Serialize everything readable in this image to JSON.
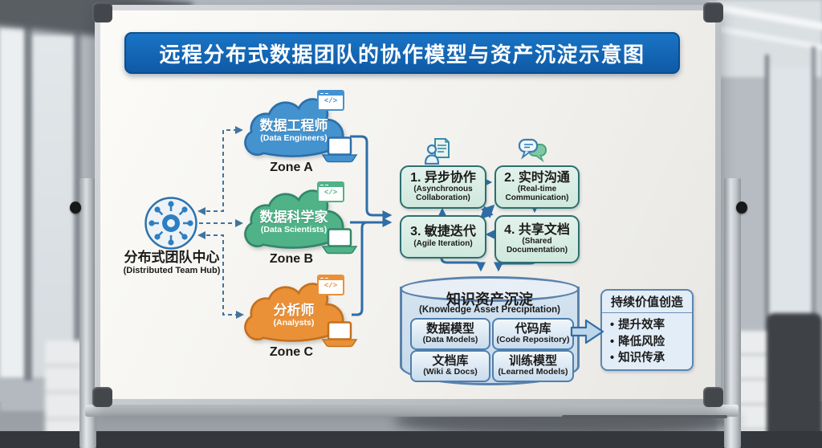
{
  "title": "远程分布式数据团队的协作模型与资产沉淀示意图",
  "hub": {
    "label": "分布式团队中心",
    "sublabel": "(Distributed Team Hub)"
  },
  "zones": [
    {
      "name": "数据工程师",
      "en": "(Data Engineers)",
      "zone": "Zone A",
      "fill": "#4493cf",
      "stroke": "#2c6ea9"
    },
    {
      "name": "数据科学家",
      "en": "(Data Scientists)",
      "zone": "Zone B",
      "fill": "#50b287",
      "stroke": "#33866b"
    },
    {
      "name": "分析师",
      "en": "(Analysts)",
      "zone": "Zone C",
      "fill": "#ea9138",
      "stroke": "#c4701d"
    }
  ],
  "icons": {
    "code_label": "</>"
  },
  "collab": [
    {
      "title": "1. 异步协作",
      "en": "(Asynchronous Collaboration)"
    },
    {
      "title": "2. 实时沟通",
      "en": "(Real-time Communication)"
    },
    {
      "title": "3. 敏捷迭代",
      "en": "(Agile Iteration)"
    },
    {
      "title": "4. 共享文档",
      "en": "(Shared Documentation)"
    }
  ],
  "repository": {
    "title": "知识资产沉淀",
    "en": "(Knowledge Asset Precipitation)",
    "items": [
      {
        "title": "数据模型",
        "en": "(Data Models)"
      },
      {
        "title": "代码库",
        "en": "(Code Repository)"
      },
      {
        "title": "文档库",
        "en": "(Wiki & Docs)"
      },
      {
        "title": "训练模型",
        "en": "(Learned Models)"
      }
    ]
  },
  "value": {
    "title": "持续价值创造",
    "bullets": [
      "提升效率",
      "降低风险",
      "知识传承"
    ]
  },
  "colors": {
    "title_bar": "#1168b5",
    "solid_connector": "#2e6da8",
    "dashed_connector": "#41749f",
    "collab_fill": "#d9eee5",
    "collab_border": "#2d6f70",
    "cylinder_fill": "#cddfee",
    "cylinder_border": "#5b82ab",
    "value_fill": "#e2edf7"
  }
}
